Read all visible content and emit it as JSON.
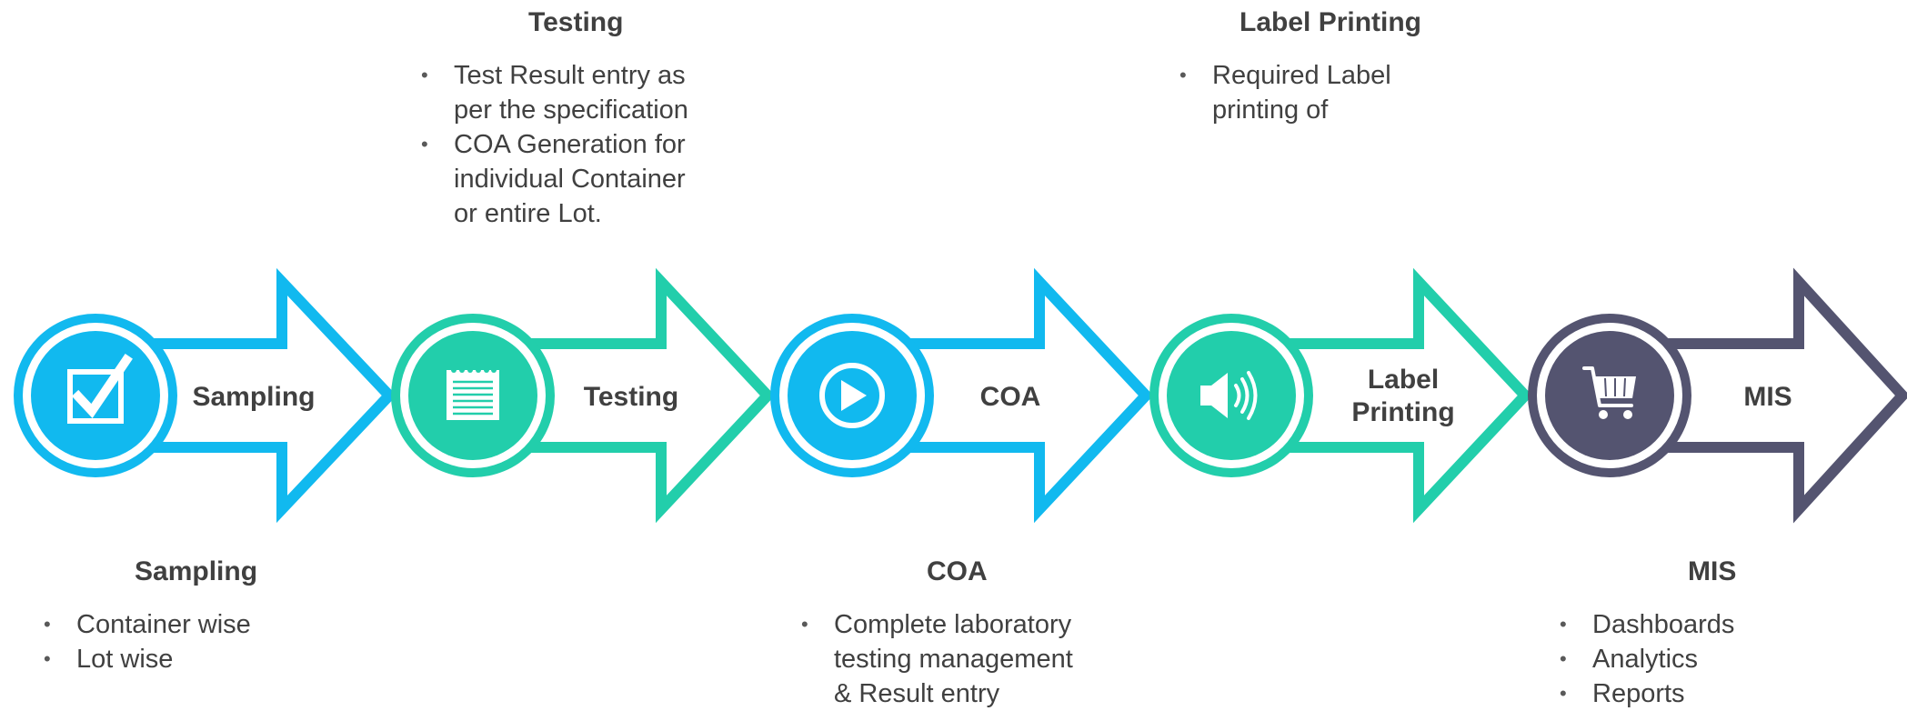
{
  "colors": {
    "blue": "#11b9ef",
    "green": "#22ceab",
    "navy": "#545470",
    "text": "#404040"
  },
  "steps": [
    {
      "id": "sampling",
      "arrow_label": "Sampling",
      "icon": "checkbox-icon",
      "color": "#11b9ef"
    },
    {
      "id": "testing",
      "arrow_label": "Testing",
      "icon": "notepad-icon",
      "color": "#22ceab"
    },
    {
      "id": "coa",
      "arrow_label": "COA",
      "icon": "play-icon",
      "color": "#11b9ef"
    },
    {
      "id": "label-printing",
      "arrow_label_lines": [
        "Label",
        "Printing"
      ],
      "icon": "speaker-icon",
      "color": "#22ceab"
    },
    {
      "id": "mis",
      "arrow_label": "MIS",
      "icon": "shopping-cart-icon",
      "color": "#545470"
    }
  ],
  "details": {
    "testing": {
      "title": "Testing",
      "lines": [
        "Test Result entry as",
        "per the specification",
        "COA Generation for",
        "individual Container",
        "or entire Lot."
      ],
      "bullets": [
        "Test Result entry as per the specification",
        "COA Generation for individual Container or entire Lot."
      ]
    },
    "label_printing": {
      "title": "Label Printing",
      "bullets": [
        "Required Label printing of"
      ],
      "lines": [
        "Required Label",
        "printing of"
      ]
    },
    "sampling": {
      "title": "Sampling",
      "bullets": [
        "Container wise",
        "Lot wise"
      ]
    },
    "coa": {
      "title": "COA",
      "bullets": [
        "Complete laboratory testing management & Result entry"
      ],
      "lines": [
        "Complete laboratory",
        "testing management",
        "& Result entry"
      ]
    },
    "mis": {
      "title": "MIS",
      "bullets": [
        "Dashboards",
        "Analytics",
        "Reports"
      ]
    }
  }
}
